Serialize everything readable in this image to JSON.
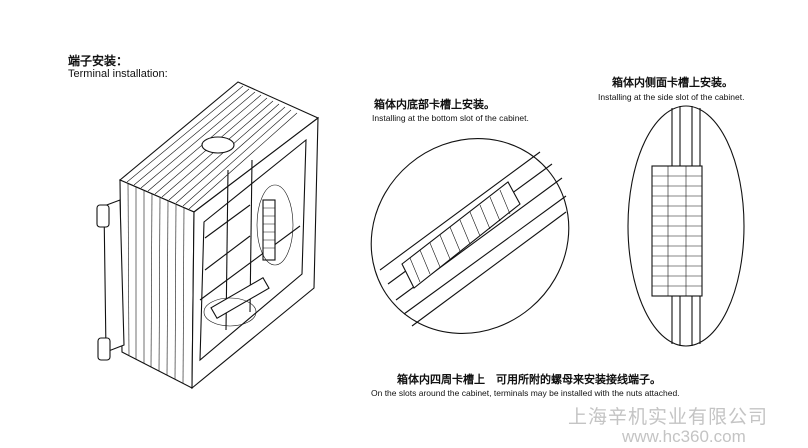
{
  "header": {
    "title_cn": "端子安装：",
    "title_en": "Terminal installation:"
  },
  "callouts": {
    "bottom_slot": {
      "cn": "箱体内底部卡槽上安装。",
      "en": "Installing at the bottom slot of the cabinet."
    },
    "side_slot": {
      "cn": "箱体内侧面卡槽上安装。",
      "en": "Installing at the side slot of the cabinet."
    },
    "around_slots": {
      "cn": "箱体内四周卡槽上　可用所附的螺母来安装接线端子。",
      "en": "On the slots around the cabinet, terminals may be installed with the nuts attached."
    }
  },
  "watermark": {
    "company": "上海辛机实业有限公司",
    "site": "www.hc360.com"
  },
  "colors": {
    "ink": "#111111",
    "watermark": "#c4c4c4"
  }
}
